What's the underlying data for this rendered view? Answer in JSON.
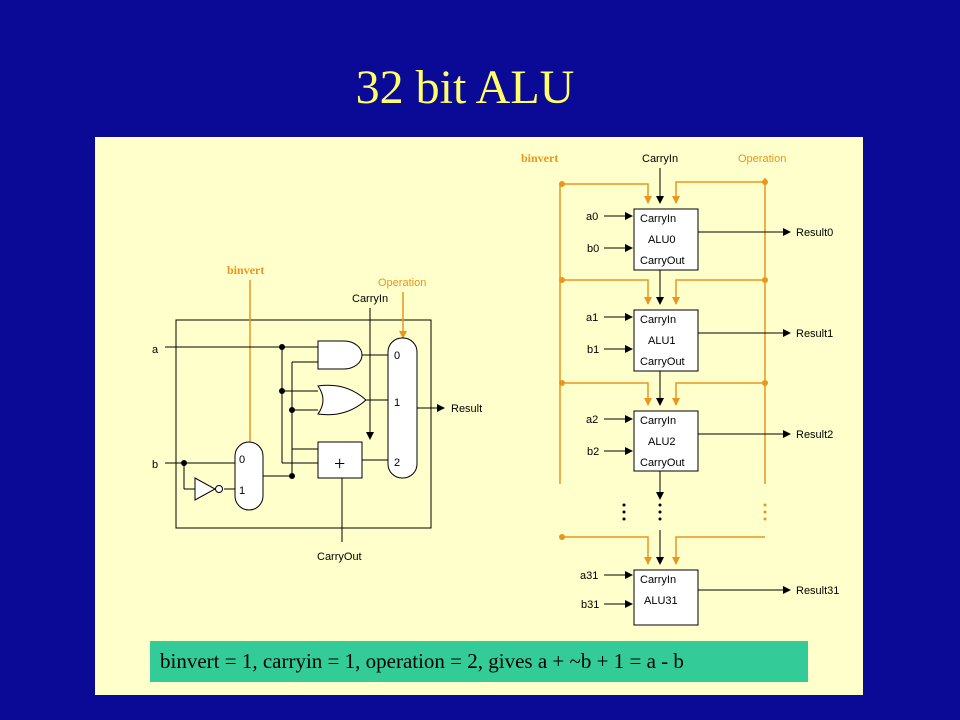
{
  "title": "32 bit ALU",
  "caption": "binvert = 1, carryin = 1, operation = 2, gives a + ~b + 1 = a - b",
  "left_bit": {
    "binvert": "binvert",
    "operation": "Operation",
    "carryin": "CarryIn",
    "input_a": "a",
    "input_b": "b",
    "mux_b_inputs": [
      "0",
      "1"
    ],
    "mux_result_inputs": [
      "0",
      "1",
      "2"
    ],
    "adder_symbol": "+",
    "result": "Result",
    "carryout": "CarryOut"
  },
  "ripple": {
    "binvert": "binvert",
    "carryin": "CarryIn",
    "operation": "Operation",
    "units": [
      {
        "a": "a0",
        "b": "b0",
        "cin": "CarryIn",
        "name": "ALU0",
        "cout": "CarryOut",
        "result": "Result0"
      },
      {
        "a": "a1",
        "b": "b1",
        "cin": "CarryIn",
        "name": "ALU1",
        "cout": "CarryOut",
        "result": "Result1"
      },
      {
        "a": "a2",
        "b": "b2",
        "cin": "CarryIn",
        "name": "ALU2",
        "cout": "CarryOut",
        "result": "Result2"
      },
      {
        "a": "a31",
        "b": "b31",
        "cin": "CarryIn",
        "name": "ALU31",
        "cout": "",
        "result": "Result31"
      }
    ]
  },
  "colors": {
    "background": "#0a0a96",
    "title": "#ffff66",
    "panel": "#ffffcc",
    "control_lines": "#e8961e",
    "caption_box": "#33cc99"
  }
}
